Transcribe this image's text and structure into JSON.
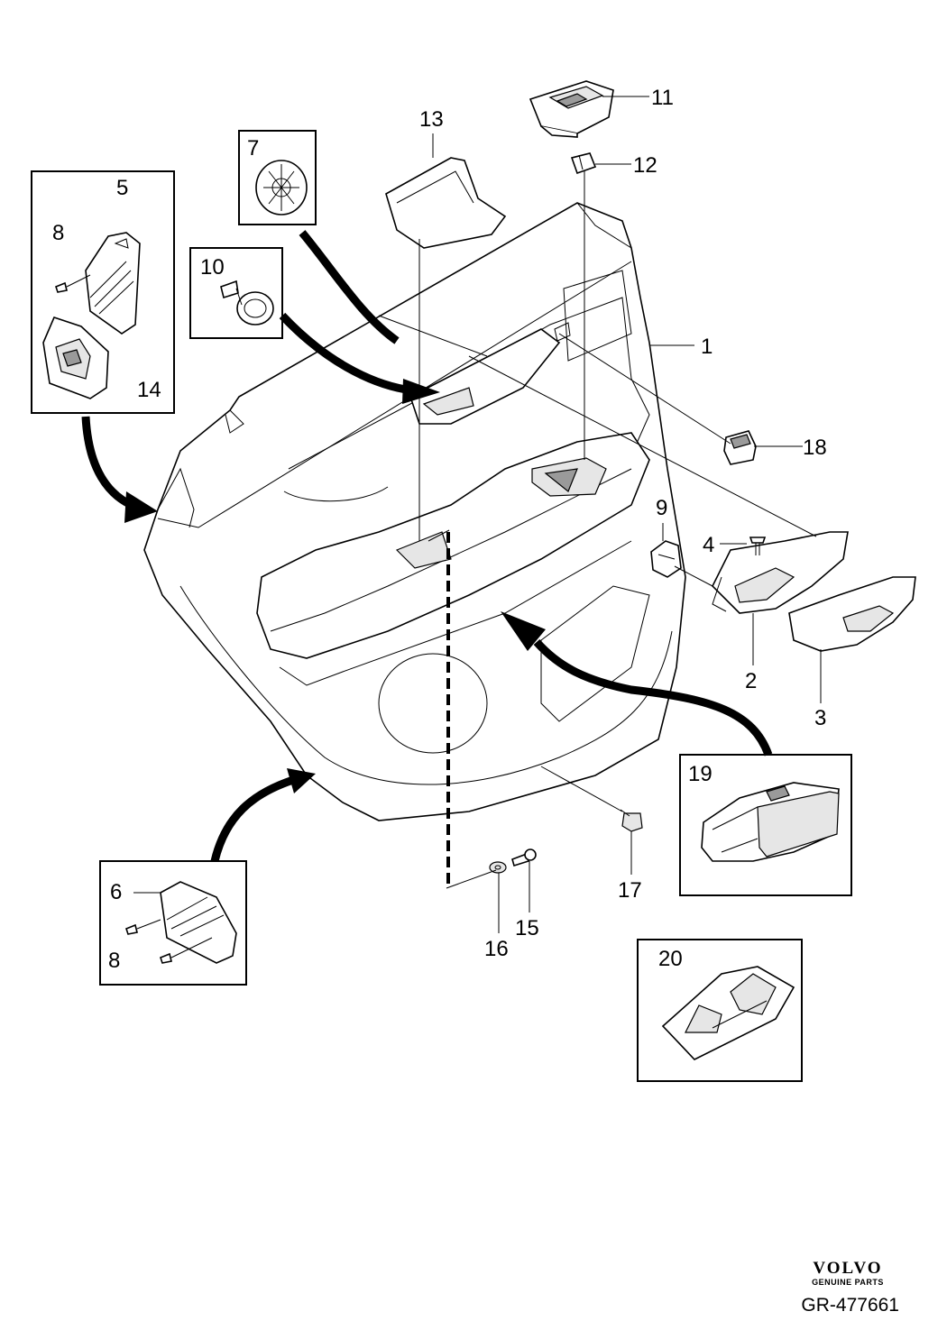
{
  "callouts": {
    "c1": "1",
    "c2": "2",
    "c3": "3",
    "c4": "4",
    "c5": "5",
    "c6": "6",
    "c7": "7",
    "c8a": "8",
    "c8b": "8",
    "c9": "9",
    "c10": "10",
    "c11": "11",
    "c12": "12",
    "c13": "13",
    "c14": "14",
    "c15": "15",
    "c16": "16",
    "c17": "17",
    "c18": "18",
    "c19": "19",
    "c20": "20"
  },
  "brand": {
    "logo": "VOLVO",
    "tagline": "GENUINE PARTS",
    "diagram_ref": "GR-477661"
  }
}
